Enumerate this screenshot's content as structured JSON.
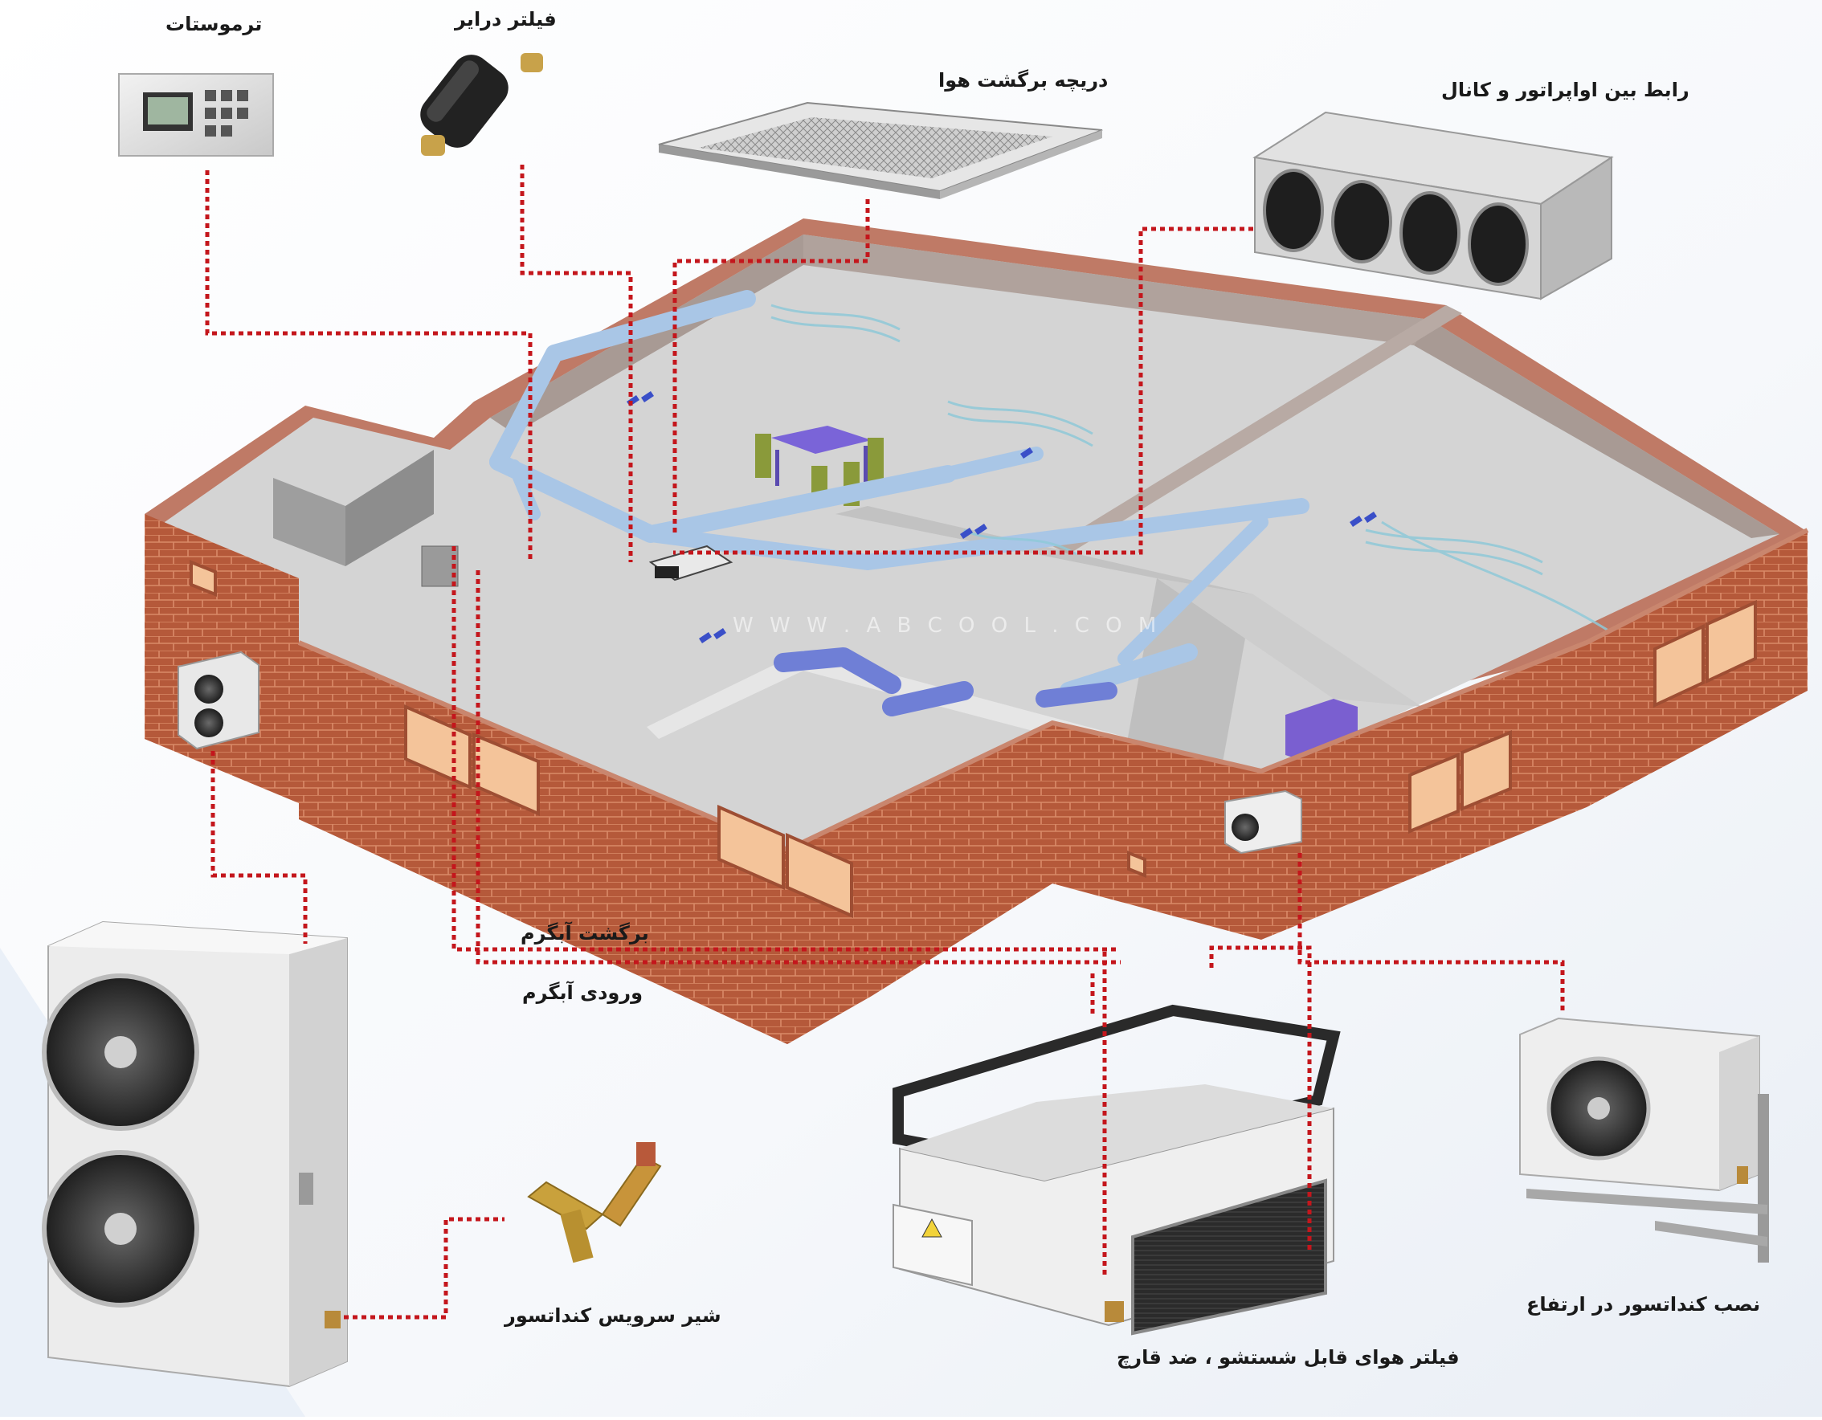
{
  "labels": {
    "thermostat": "ترموستات",
    "drier_filter": "فیلتر درایر",
    "return_air_grille": "دریچه برگشت هوا",
    "evaporator_duct_connector": "رابط بین اواپراتور و کانال",
    "hot_water_return": "برگشت آبگرم",
    "hot_water_inlet": "ورودی آبگرم",
    "condenser_service_valve": "شیر سرویس کنداتسور",
    "washable_air_filter": "فیلتر هوای قابل شستشو ، ضد قارچ",
    "elevated_condenser_install": "نصب کنداتسور در ارتفاع"
  },
  "watermark": "W W W . A B C O O L . C O M",
  "colors": {
    "brick": "#b5593a",
    "brick_mortar": "#d98a68",
    "wall_top": "#bf7a66",
    "floor": "#d7d7d7",
    "duct": "#a9c6e6",
    "duct_dark": "#6f7fd6",
    "leader_line": "#c4161c",
    "window": "#f4c49a"
  }
}
